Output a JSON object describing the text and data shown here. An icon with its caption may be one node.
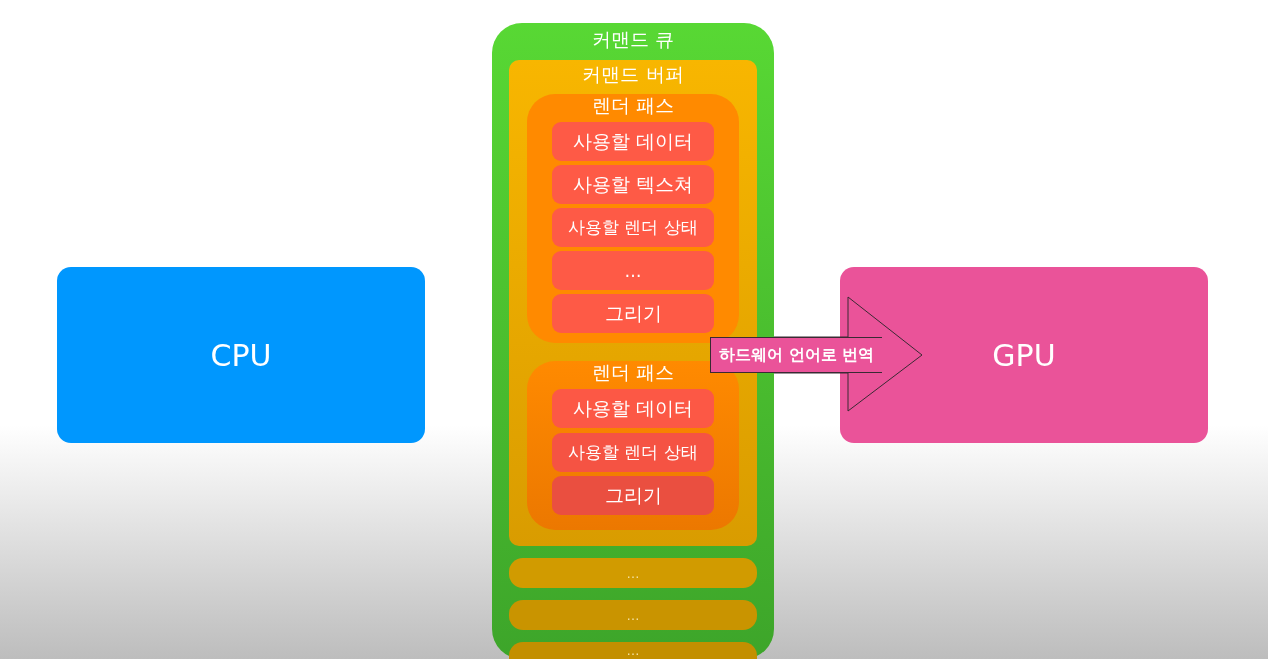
{
  "diagram": {
    "nodes": [
      {
        "text": [
          "CPU"
        ]
      },
      {
        "text": [
          "커맨드 큐"
        ]
      },
      {
        "text": [
          "커맨드 버퍼"
        ],
        "in": 1
      },
      {
        "text": [
          "렌더 패스"
        ],
        "in": 2
      },
      {
        "text": [
          "사용할 데이터"
        ],
        "in": 3
      },
      {
        "text": [
          "사용할 텍스쳐"
        ],
        "in": 3
      },
      {
        "text": [
          "사용할 렌더 상태"
        ],
        "in": 3
      },
      {
        "text": [
          "…"
        ],
        "in": 3
      },
      {
        "text": [
          "그리기"
        ],
        "in": 3
      },
      {
        "text": [
          "렌더 패스"
        ],
        "in": 2
      },
      {
        "text": [
          "사용할 데이터"
        ],
        "in": 9
      },
      {
        "text": [
          "사용할 렌더 상태"
        ],
        "in": 9
      },
      {
        "text": [
          "그리기"
        ],
        "in": 9
      },
      {
        "text": [
          "…"
        ],
        "in": 1
      },
      {
        "text": [
          "…"
        ],
        "in": 1
      },
      {
        "text": [
          "…"
        ],
        "in": 1
      },
      {
        "text": [
          "GPU"
        ]
      }
    ],
    "edges": [
      {
        "from": 1,
        "to": 16,
        "arrow": "to",
        "label": "하드웨어 언어로 번역"
      }
    ]
  }
}
